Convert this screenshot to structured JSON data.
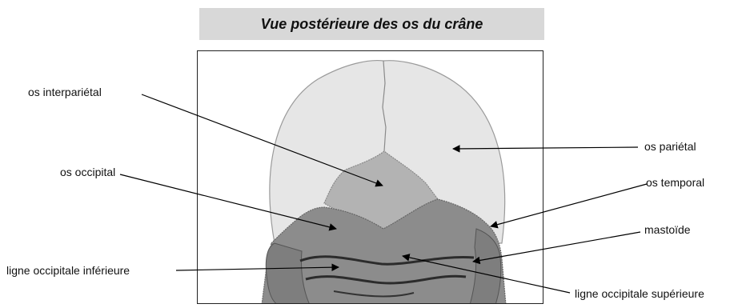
{
  "title": "Vue postérieure des os du crâne",
  "labels": {
    "interparietal": "os interpariétal",
    "occipital": "os occipital",
    "ligne_inferieure": "ligne occipitale inférieure",
    "parietal": "os pariétal",
    "temporal": "os temporal",
    "mastoide": "mastoïde",
    "ligne_superieure": "ligne occipitale supérieure"
  },
  "colors": {
    "parietal_fill": "#e6e6e6",
    "interparietal_fill": "#b3b3b3",
    "occipital_fill": "#8c8c8c",
    "title_bg": "#d8d8d8"
  }
}
